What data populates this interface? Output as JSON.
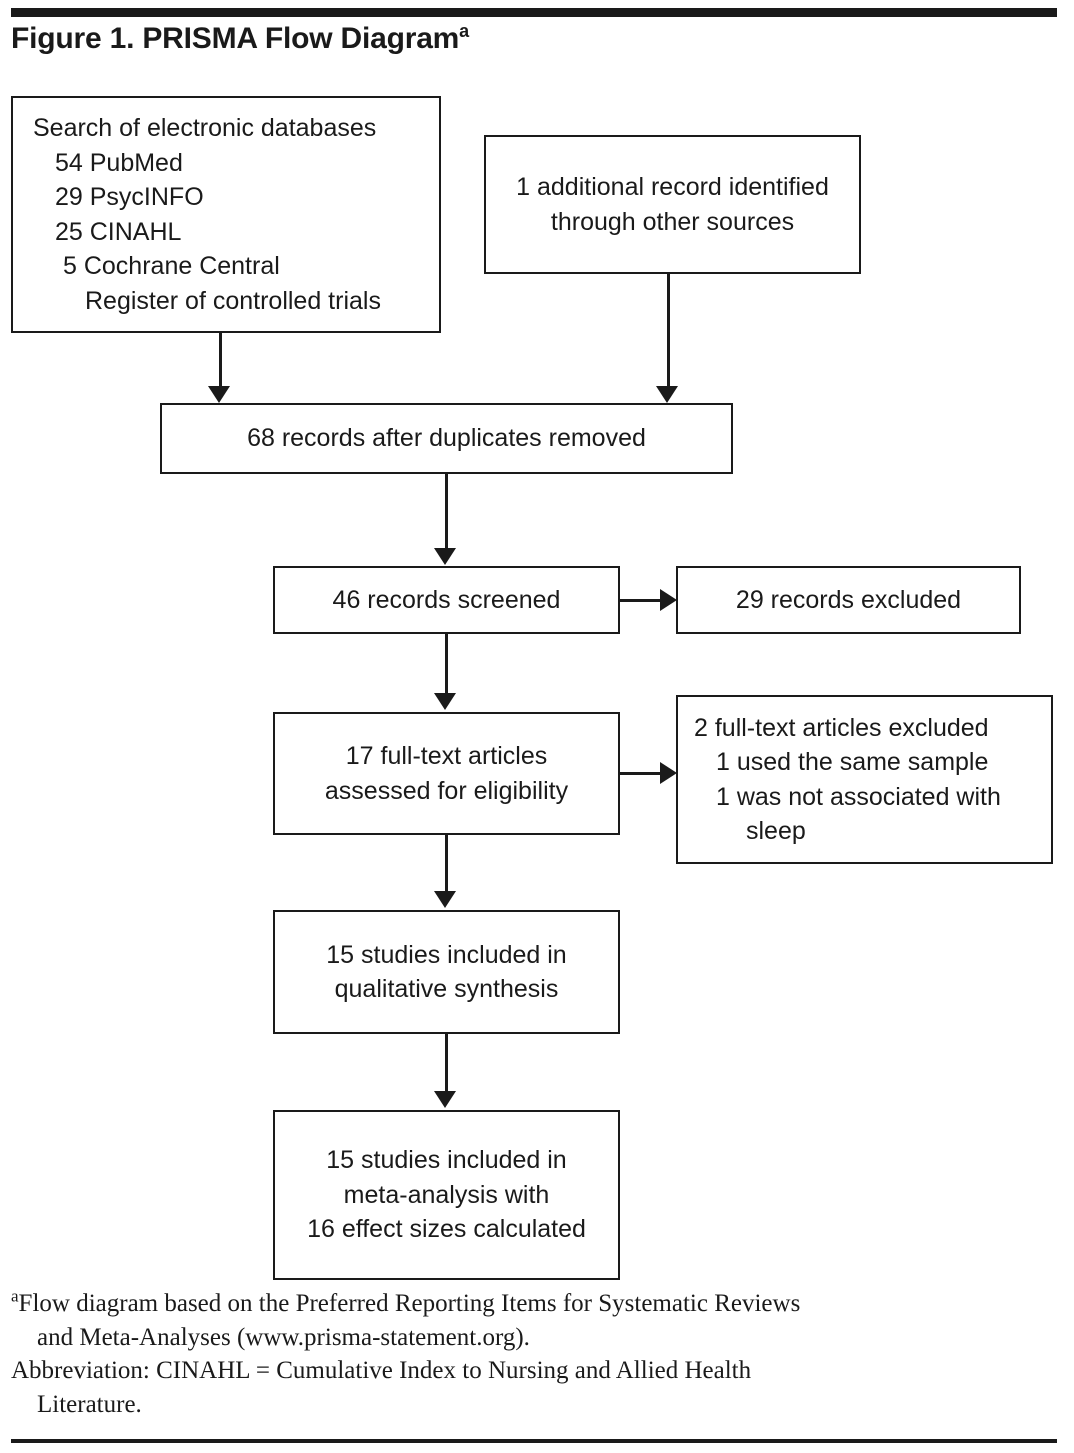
{
  "figure": {
    "title": "Figure 1. PRISMA Flow Diagram",
    "title_superscript": "a"
  },
  "chart_data": {
    "type": "diagram",
    "diagram_kind": "PRISMA flow diagram",
    "title": "Figure 1. PRISMA Flow Diagram",
    "nodes": [
      {
        "id": "databases",
        "stage": "identification",
        "label": "Search of electronic databases",
        "counts": {
          "PubMed": 54,
          "PsycINFO": 29,
          "CINAHL": 25,
          "Cochrane Central Register of controlled trials": 5
        }
      },
      {
        "id": "additional",
        "stage": "identification",
        "label": "1 additional record identified through other sources",
        "count": 1
      },
      {
        "id": "dedup",
        "stage": "identification",
        "label": "68 records after duplicates removed",
        "count": 68
      },
      {
        "id": "screened",
        "stage": "screening",
        "label": "46 records screened",
        "count": 46
      },
      {
        "id": "excluded",
        "stage": "screening",
        "label": "29 records excluded",
        "count": 29
      },
      {
        "id": "fulltext",
        "stage": "eligibility",
        "label": "17 full-text articles assessed for eligibility",
        "count": 17
      },
      {
        "id": "ftexcluded",
        "stage": "eligibility",
        "label": "2 full-text articles excluded",
        "count": 2
      },
      {
        "id": "qualitative",
        "stage": "included",
        "label": "15 studies included in qualitative synthesis",
        "count": 15
      },
      {
        "id": "meta",
        "stage": "included",
        "label": "15 studies included in meta-analysis with 16 effect sizes calculated",
        "count": 15,
        "effect_sizes": 16
      }
    ],
    "edges": [
      {
        "from": "databases",
        "to": "dedup",
        "type": "arrow-down"
      },
      {
        "from": "additional",
        "to": "dedup",
        "type": "arrow-down"
      },
      {
        "from": "dedup",
        "to": "screened",
        "type": "arrow-down"
      },
      {
        "from": "screened",
        "to": "excluded",
        "type": "arrow-right"
      },
      {
        "from": "screened",
        "to": "fulltext",
        "type": "arrow-down"
      },
      {
        "from": "fulltext",
        "to": "ftexcluded",
        "type": "arrow-right"
      },
      {
        "from": "fulltext",
        "to": "qualitative",
        "type": "arrow-down"
      },
      {
        "from": "qualitative",
        "to": "meta",
        "type": "arrow-down"
      }
    ]
  },
  "boxes": {
    "databases": {
      "lines": [
        "Search of electronic databases",
        "54 PubMed",
        "29 PsycINFO",
        "25 CINAHL",
        "5 Cochrane Central",
        "Register of controlled trials"
      ]
    },
    "additional": {
      "lines": [
        "1 additional record identified",
        "through other sources"
      ]
    },
    "dedup": {
      "lines": [
        "68 records after duplicates removed"
      ]
    },
    "screened": {
      "lines": [
        "46 records screened"
      ]
    },
    "excluded": {
      "lines": [
        "29 records excluded"
      ]
    },
    "fulltext": {
      "lines": [
        "17 full-text articles",
        "assessed for eligibility"
      ]
    },
    "ftexcluded": {
      "lines": [
        "2 full-text articles excluded",
        "1 used the same sample",
        "1 was not associated with",
        "sleep"
      ]
    },
    "qualitative": {
      "lines": [
        "15 studies included in",
        "qualitative synthesis"
      ]
    },
    "meta": {
      "lines": [
        "15 studies included in",
        "meta-analysis with",
        "16 effect sizes calculated"
      ]
    }
  },
  "footnotes": {
    "marker_a": "a",
    "note_a_line1": "Flow diagram based on the Preferred  Reporting Items for Systematic Reviews",
    "note_a_line2": "and Meta-Analyses (www.prisma-statement.org).",
    "abbrev_line1": "Abbreviation: CINAHL = Cumulative Index to Nursing and Allied Health",
    "abbrev_line2": "Literature."
  },
  "colors": {
    "ink": "#1a1a1a",
    "paper": "#ffffff"
  }
}
